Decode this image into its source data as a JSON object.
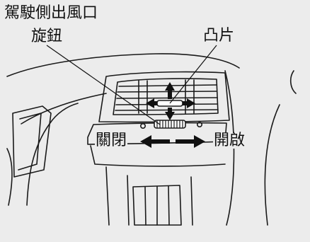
{
  "title": "駕駛側出風口",
  "labels": {
    "knob": "旋鈕",
    "tab": "凸片",
    "close": "關閉",
    "open": "開啟"
  },
  "colors": {
    "panel": "#ececec",
    "line": "#1a1a1a",
    "arrow": "#111111"
  }
}
